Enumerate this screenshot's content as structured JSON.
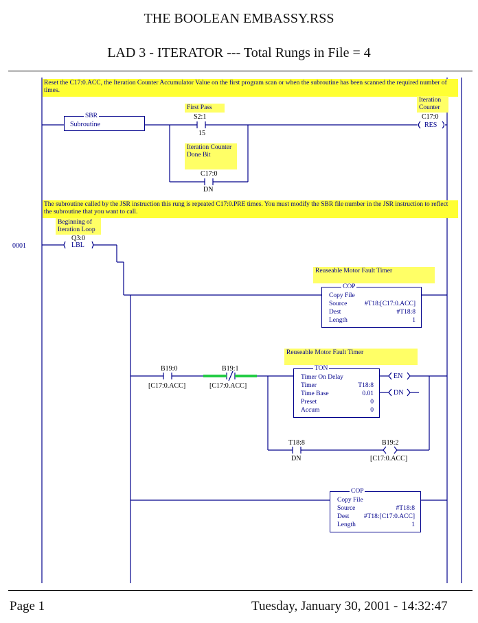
{
  "header": {
    "title": "THE BOOLEAN EMBASSY.RSS",
    "subtitle": "LAD 3 - ITERATOR --- Total Rungs in File = 4"
  },
  "rung0": {
    "comment": "Reset the  C17:0.ACC, the Iteration  Counter Accumulator Value on the first program scan or when the subroutine has been scanned the required number of times.",
    "sbr": {
      "title": "SBR",
      "label": "Subroutine"
    },
    "first_pass": {
      "desc": "First Pass",
      "addr": "S2:1",
      "bit": "15"
    },
    "done_bit": {
      "desc": "Iteration Counter Done Bit",
      "addr": "C17:0",
      "bit": "DN"
    },
    "res": {
      "desc": "Iteration Counter",
      "addr": "C17:0",
      "label": "RES"
    }
  },
  "rung1": {
    "number": "0001",
    "comment": "The subroutine called by the JSR instruction this rung is repeated C17:0.PRE times.  You must modify the SBR file number in the JSR instruction to reflect the subroutine that you want to call.",
    "lbl": {
      "desc": "Beginning of Iteration Loop",
      "addr": "Q3:0",
      "label": "LBL"
    },
    "cop1": {
      "desc": "Reuseable Motor Fault Timer",
      "title": "COP",
      "name": "Copy File",
      "rows": [
        {
          "k": "Source",
          "v": "#T18:[C17:0.ACC]"
        },
        {
          "k": "Dest",
          "v": "#T18:8"
        },
        {
          "k": "Length",
          "v": "1"
        }
      ]
    },
    "b19_0": {
      "addr": "B19:0",
      "sub": "[C17:0.ACC]"
    },
    "b19_1": {
      "addr": "B19:1",
      "sub": "[C17:0.ACC]"
    },
    "ton": {
      "desc": "Reuseable Motor Fault Timer",
      "title": "TON",
      "name": "Timer On Delay",
      "rows": [
        {
          "k": "Timer",
          "v": "T18:8"
        },
        {
          "k": "Time Base",
          "v": "0.01"
        },
        {
          "k": "Preset",
          "v": "0"
        },
        {
          "k": "Accum",
          "v": "0"
        }
      ],
      "en": "EN",
      "dn": "DN"
    },
    "t18_8": {
      "addr": "T18:8",
      "bit": "DN"
    },
    "b19_2": {
      "addr": "B19:2",
      "sub": "[C17:0.ACC]"
    },
    "cop2": {
      "title": "COP",
      "name": "Copy File",
      "rows": [
        {
          "k": "Source",
          "v": "#T18:8"
        },
        {
          "k": "Dest",
          "v": "#T18:[C17:0.ACC]"
        },
        {
          "k": "Length",
          "v": "1"
        }
      ]
    }
  },
  "footer": {
    "page": "Page 1",
    "date": "Tuesday, January 30, 2001 - 14:32:47"
  },
  "colors": {
    "wire": "#00008b",
    "highlight": "#ffff33",
    "active": "#22cc44"
  }
}
